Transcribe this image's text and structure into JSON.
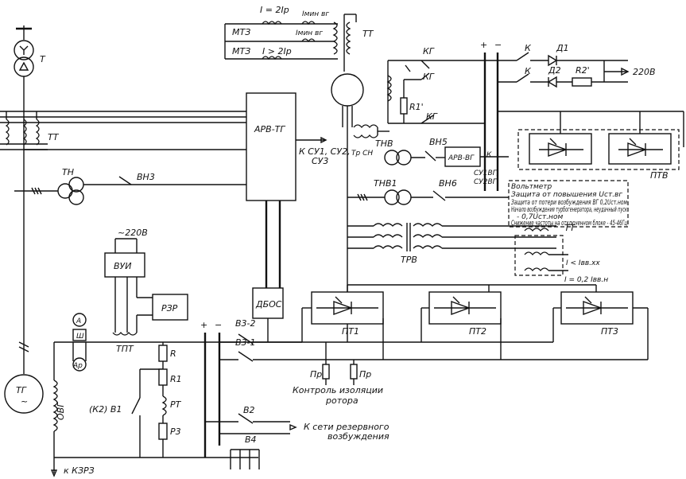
{
  "labels": {
    "T": "Т",
    "TT_left": "ТТ",
    "TT_top": "ТТ",
    "TT_mid": "ТТ",
    "TN": "ТН",
    "VN3": "ВН3",
    "ARV_TG": "АРВ-ТГ",
    "to_SU": "К СУ1, СУ2,",
    "SU3": "СУ3",
    "MTZ1": "МТЗ",
    "MTZ2": "МТЗ",
    "I_2Ip": "I = 2Iр",
    "I_gt_2Ip": "I > 2Iр",
    "I_min_vg1": "Iмин вг",
    "I_min_vg2": "Iмин вг",
    "KG1": "КГ",
    "KG2": "КГ",
    "KG3": "КГ",
    "R1prime": "R1'",
    "R2prime": "R2'",
    "K1": "К",
    "K2": "К",
    "D1": "Д1",
    "D2": "Д2",
    "v220_right": "220В",
    "plus_top": "+",
    "minus_top": "−",
    "Tr_SN": "Тр СН",
    "TNV": "ТНВ",
    "VN5": "ВН5",
    "ARV_VG": "АРВ-ВГ",
    "K_small": "К",
    "SU1VG": "СУ1ВГ,",
    "SU2VG": "СУ2ВГ",
    "PTV": "ПТВ",
    "TNV1": "ТНВ1",
    "VN6": "ВН6",
    "note1": "Вольтметр",
    "note2": "Защита от повышения Uст.вг",
    "note3": "Защита от потери возбуждения ВГ 0,2Uст.ном",
    "note4": "Начало возбуждения турбогенератора, неудачный пуск",
    "note5": "- 0,7Uст.ном",
    "note6": "Снижение частоты на отключенном блоке - 45-46Гц",
    "TRV": "ТРВ",
    "I_lt_Ivv": "I < Iвв.хх",
    "I_02Ivv": "I = 0,2 Iвв.н",
    "v220_left": "~220В",
    "VUI": "ВУИ",
    "RZR": "РЗР",
    "DBOS": "ДБОС",
    "PT1": "ПТ1",
    "PT2": "ПТ2",
    "PT3": "ПТ3",
    "plus_bot": "+",
    "minus_bot": "−",
    "V3_2": "В3-2",
    "V3_1": "В3-1",
    "A": "А",
    "Sh": "Ш",
    "Ar": "Ар",
    "TPT": "ТПТ",
    "R": "R",
    "R1": "R1",
    "RT": "РТ",
    "R3": "Р3",
    "K2V1": "(К2) В1",
    "TG": "ТГ",
    "tilde": "~",
    "OVG": "ОВГ",
    "to_KZRZ": "к КЗРЗ",
    "Pr1": "Пр",
    "Pr2": "Пр",
    "control1": "Контроль изоляции",
    "control2": "ротора",
    "V2": "В2",
    "V4": "В4",
    "reserve1": "К сети резервного",
    "reserve2": "возбуждения"
  }
}
